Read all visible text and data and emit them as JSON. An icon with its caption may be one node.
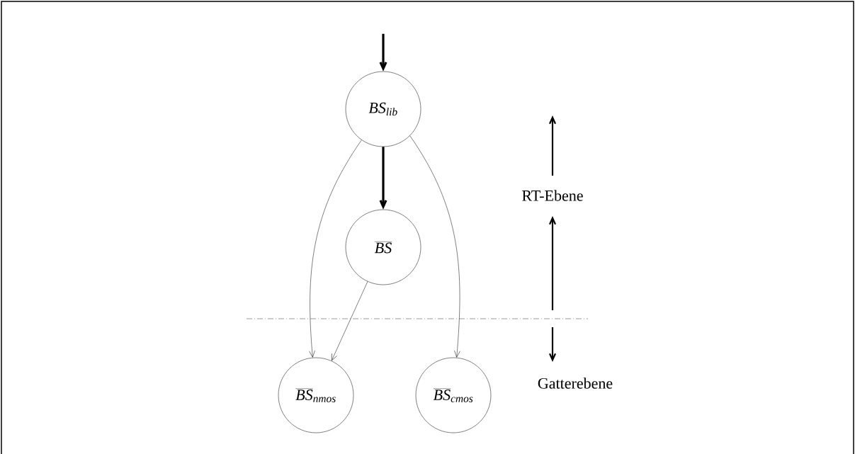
{
  "diagram": {
    "nodes": [
      {
        "text": [
          "BS_{lib}"
        ]
      },
      {
        "text": [
          "\\overline{BS}"
        ]
      },
      {
        "text": [
          "\\overline{BS}_{nmos}"
        ]
      },
      {
        "text": [
          "\\overline{BS}_{cmos}"
        ]
      }
    ],
    "edges": [
      {
        "from": null,
        "to": 0,
        "arrow": "to",
        "style": "thick"
      },
      {
        "from": 0,
        "to": 1,
        "arrow": "to",
        "style": "thick"
      },
      {
        "from": 0,
        "to": 2,
        "arrow": "to"
      },
      {
        "from": 1,
        "to": 2,
        "arrow": "to"
      },
      {
        "from": 0,
        "to": 3,
        "arrow": "to"
      }
    ],
    "labels": [
      "RT-Ebene",
      "Gatterebene"
    ]
  }
}
